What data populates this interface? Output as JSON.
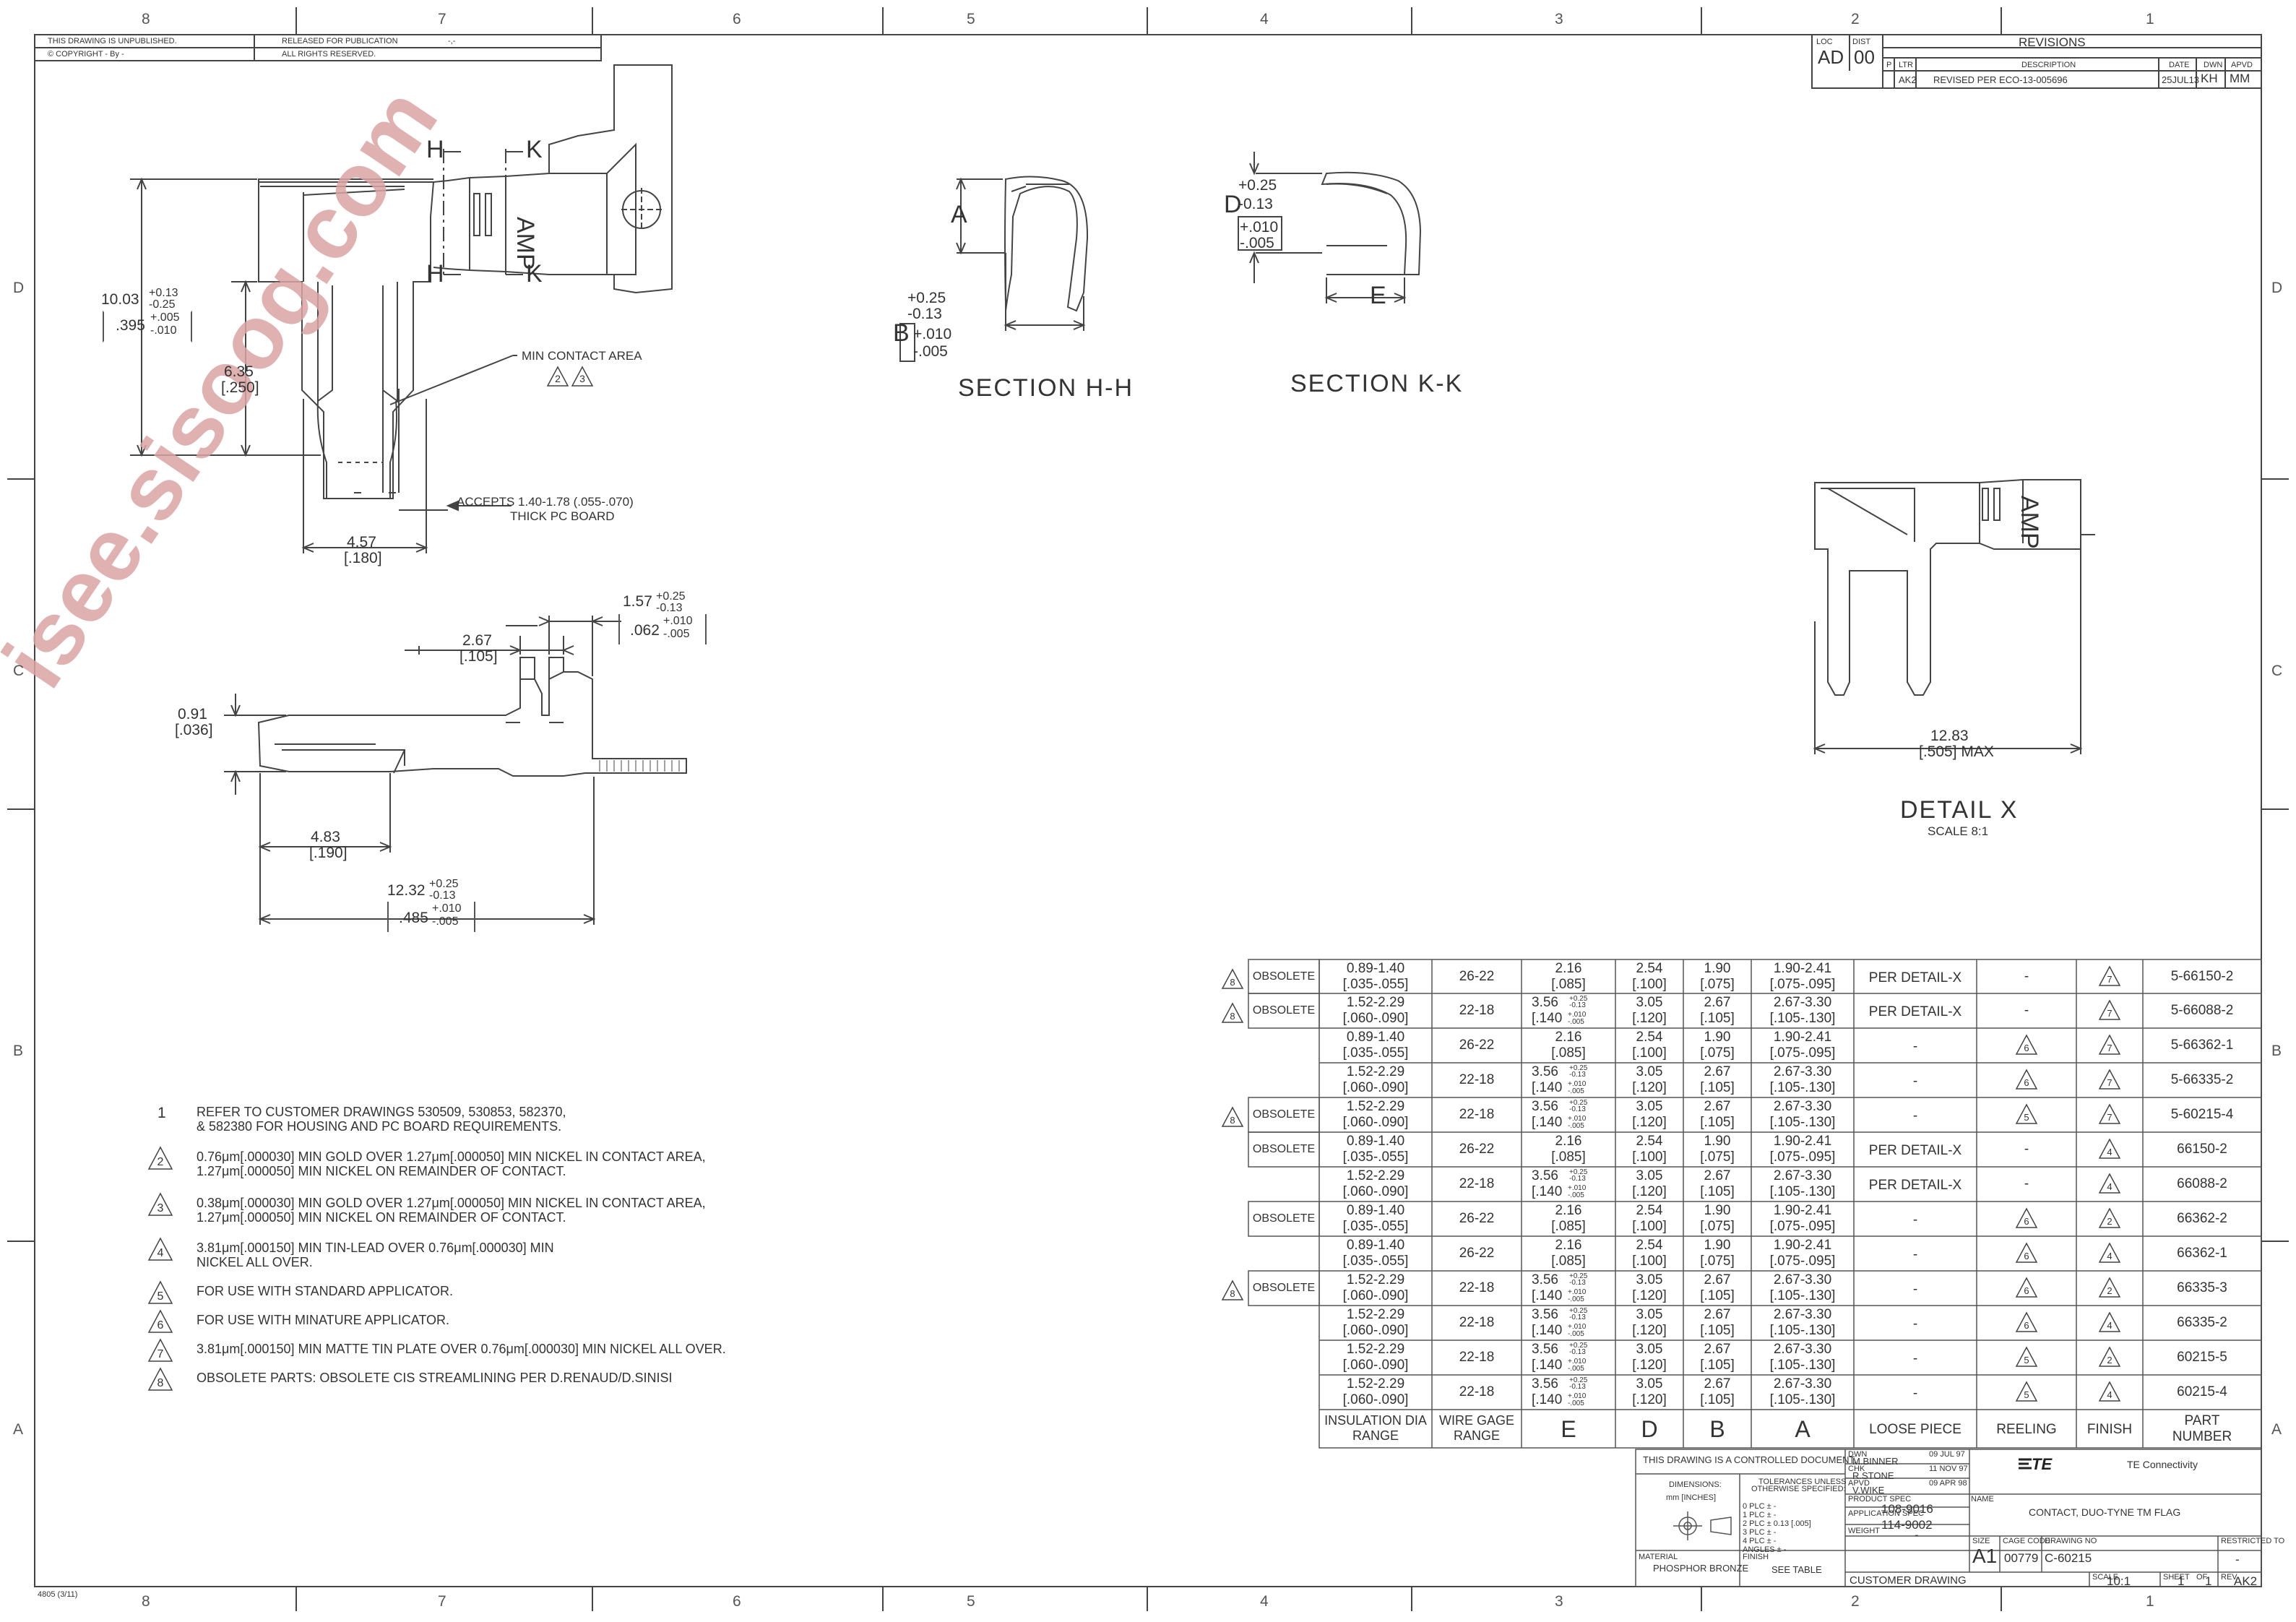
{
  "border": {
    "cols": [
      "8",
      "7",
      "6",
      "5",
      "4",
      "3",
      "2",
      "1"
    ],
    "rows": [
      "D",
      "C",
      "B",
      "A"
    ]
  },
  "topleft": {
    "line1a": "THIS DRAWING IS UNPUBLISHED.",
    "line1b": "RELEASED FOR PUBLICATION",
    "line1c": "-,-",
    "line2a": "COPYRIGHT  -   By -",
    "line2b": "ALL RIGHTS RESERVED."
  },
  "revisions": {
    "loc_label": "LOC",
    "loc": "AD",
    "dist_label": "DIST",
    "dist": "00",
    "title": "REVISIONS",
    "headers": [
      "P",
      "LTR",
      "DESCRIPTION",
      "DATE",
      "DWN",
      "APVD"
    ],
    "row": {
      "ltr": "AK2",
      "desc": "REVISED PER ECO-13-005696",
      "date": "25JUL13",
      "dwn": "KH",
      "apvd": "MM"
    }
  },
  "main_view": {
    "h_top": "H",
    "k_top": "K",
    "h_bot": "H",
    "k_bot": "K",
    "dim_1003": "10.03",
    "dim_1003_tol_p": "+0.13",
    "dim_1003_tol_m": "-0.25",
    "dim_395": ".395",
    "dim_395_tol_p": "+.005",
    "dim_395_tol_m": "-.010",
    "dim_635": "6.35",
    "dim_250": "[.250]",
    "min_contact": "MIN CONTACT AREA",
    "tri_a": "2",
    "tri_b": "3",
    "accepts_1": "ACCEPTS 1.40-1.78 (.055-.070)",
    "accepts_2": "THICK PC BOARD",
    "dim_457": "4.57",
    "dim_180": "[.180]",
    "brand": "AMP"
  },
  "side_view": {
    "dim_091": "0.91",
    "dim_036": "[.036]",
    "dim_267": "2.67",
    "dim_105": "[.105]",
    "dim_157": "1.57",
    "dim_157_p": "+0.25",
    "dim_157_m": "-0.13",
    "dim_062": ".062",
    "dim_062_p": "+.010",
    "dim_062_m": "-.005",
    "dim_483": "4.83",
    "dim_190": "[.190]",
    "dim_1232": "12.32",
    "dim_1232_p": "+0.25",
    "dim_1232_m": "-0.13",
    "dim_485": ".485",
    "dim_485_p": "+.010",
    "dim_485_m": "-.005"
  },
  "section_hh": {
    "label": "SECTION H-H",
    "a": "A",
    "b": "B",
    "b_p": "+0.25",
    "b_m": "-0.13",
    "b_ip": "+.010",
    "b_im": "-.005"
  },
  "section_kk": {
    "label": "SECTION K-K",
    "d": "D",
    "d_p": "+0.25",
    "d_m": "-0.13",
    "d_ip": "+.010",
    "d_im": "-.005",
    "e": "E"
  },
  "detail_x": {
    "label": "DETAIL X",
    "scale": "SCALE 8:1",
    "dim": "12.83",
    "dim_in": "[.505] MAX",
    "brand": "AMP"
  },
  "notes": [
    {
      "num": "1",
      "tri": false,
      "lines": [
        "REFER TO CUSTOMER DRAWINGS 530509, 530853, 582370,",
        "& 582380 FOR HOUSING AND PC BOARD REQUIREMENTS."
      ]
    },
    {
      "num": "2",
      "tri": true,
      "lines": [
        "0.76μm[.000030] MIN GOLD OVER 1.27μm[.000050] MIN NICKEL IN CONTACT AREA,",
        "1.27μm[.000050] MIN NICKEL ON REMAINDER OF CONTACT."
      ]
    },
    {
      "num": "3",
      "tri": true,
      "lines": [
        "0.38μm[.000030] MIN GOLD OVER 1.27μm[.000050] MIN NICKEL IN CONTACT AREA,",
        "1.27μm[.000050] MIN NICKEL ON REMAINDER OF CONTACT."
      ]
    },
    {
      "num": "4",
      "tri": true,
      "lines": [
        "3.81μm[.000150] MIN TIN-LEAD OVER 0.76μm[.000030] MIN",
        "NICKEL ALL OVER."
      ]
    },
    {
      "num": "5",
      "tri": true,
      "lines": [
        "FOR USE WITH STANDARD APPLICATOR."
      ]
    },
    {
      "num": "6",
      "tri": true,
      "lines": [
        "FOR USE WITH MINATURE APPLICATOR."
      ]
    },
    {
      "num": "7",
      "tri": true,
      "lines": [
        "3.81μm[.000150] MIN MATTE TIN PLATE OVER 0.76μm[.000030] MIN NICKEL ALL OVER."
      ]
    },
    {
      "num": "8",
      "tri": true,
      "lines": [
        "OBSOLETE PARTS: OBSOLETE CIS STREAMLINING PER D.RENAUD/D.SINISI"
      ]
    }
  ],
  "table": {
    "headers": {
      "ins": [
        "INSULATION DIA",
        "RANGE"
      ],
      "wire": [
        "WIRE GAGE",
        "RANGE"
      ],
      "e": "E",
      "d": "D",
      "b": "B",
      "a": "A",
      "loose": "LOOSE PIECE",
      "reeling": "REELING",
      "finish": "FINISH",
      "part": [
        "PART",
        "NUMBER"
      ]
    },
    "tol_small": [
      "+0.25",
      "-0.13"
    ],
    "tol_small_in": [
      "+.010",
      "-.005"
    ],
    "rows": [
      {
        "obs": "OBSOLETE",
        "mark": "8",
        "ins": [
          "0.89-1.40",
          "[.035-.055]"
        ],
        "wire": "26-22",
        "e": [
          "2.16",
          "[.085]"
        ],
        "etol": false,
        "d": [
          "2.54",
          "[.100]"
        ],
        "b": [
          "1.90",
          "[.075]"
        ],
        "a": [
          "1.90-2.41",
          "[.075-.095]"
        ],
        "loose": "PER DETAIL-X",
        "reel": "-",
        "reelTri": false,
        "finish": "7",
        "part": "5-66150-2"
      },
      {
        "obs": "OBSOLETE",
        "mark": "8",
        "ins": [
          "1.52-2.29",
          "[.060-.090]"
        ],
        "wire": "22-18",
        "e": [
          "3.56",
          "[.140"
        ],
        "etol": true,
        "d": [
          "3.05",
          "[.120]"
        ],
        "b": [
          "2.67",
          "[.105]"
        ],
        "a": [
          "2.67-3.30",
          "[.105-.130]"
        ],
        "loose": "PER DETAIL-X",
        "reel": "-",
        "reelTri": false,
        "finish": "7",
        "part": "5-66088-2"
      },
      {
        "obs": "",
        "mark": "",
        "ins": [
          "0.89-1.40",
          "[.035-.055]"
        ],
        "wire": "26-22",
        "e": [
          "2.16",
          "[.085]"
        ],
        "etol": false,
        "d": [
          "2.54",
          "[.100]"
        ],
        "b": [
          "1.90",
          "[.075]"
        ],
        "a": [
          "1.90-2.41",
          "[.075-.095]"
        ],
        "loose": "-",
        "reel": "6",
        "reelTri": true,
        "finish": "7",
        "part": "5-66362-1"
      },
      {
        "obs": "",
        "mark": "",
        "ins": [
          "1.52-2.29",
          "[.060-.090]"
        ],
        "wire": "22-18",
        "e": [
          "3.56",
          "[.140"
        ],
        "etol": true,
        "d": [
          "3.05",
          "[.120]"
        ],
        "b": [
          "2.67",
          "[.105]"
        ],
        "a": [
          "2.67-3.30",
          "[.105-.130]"
        ],
        "loose": "-",
        "reel": "6",
        "reelTri": true,
        "finish": "7",
        "part": "5-66335-2"
      },
      {
        "obs": "OBSOLETE",
        "mark": "8",
        "ins": [
          "1.52-2.29",
          "[.060-.090]"
        ],
        "wire": "22-18",
        "e": [
          "3.56",
          "[.140"
        ],
        "etol": true,
        "d": [
          "3.05",
          "[.120]"
        ],
        "b": [
          "2.67",
          "[.105]"
        ],
        "a": [
          "2.67-3.30",
          "[.105-.130]"
        ],
        "loose": "-",
        "reel": "5",
        "reelTri": true,
        "finish": "7",
        "part": "5-60215-4"
      },
      {
        "obs": "OBSOLETE",
        "mark": "",
        "ins": [
          "0.89-1.40",
          "[.035-.055]"
        ],
        "wire": "26-22",
        "e": [
          "2.16",
          "[.085]"
        ],
        "etol": false,
        "d": [
          "2.54",
          "[.100]"
        ],
        "b": [
          "1.90",
          "[.075]"
        ],
        "a": [
          "1.90-2.41",
          "[.075-.095]"
        ],
        "loose": "PER DETAIL-X",
        "reel": "-",
        "reelTri": false,
        "finish": "4",
        "part": "66150-2"
      },
      {
        "obs": "",
        "mark": "",
        "ins": [
          "1.52-2.29",
          "[.060-.090]"
        ],
        "wire": "22-18",
        "e": [
          "3.56",
          "[.140"
        ],
        "etol": true,
        "d": [
          "3.05",
          "[.120]"
        ],
        "b": [
          "2.67",
          "[.105]"
        ],
        "a": [
          "2.67-3.30",
          "[.105-.130]"
        ],
        "loose": "PER DETAIL-X",
        "reel": "-",
        "reelTri": false,
        "finish": "4",
        "part": "66088-2"
      },
      {
        "obs": "OBSOLETE",
        "mark": "",
        "ins": [
          "0.89-1.40",
          "[.035-.055]"
        ],
        "wire": "26-22",
        "e": [
          "2.16",
          "[.085]"
        ],
        "etol": false,
        "d": [
          "2.54",
          "[.100]"
        ],
        "b": [
          "1.90",
          "[.075]"
        ],
        "a": [
          "1.90-2.41",
          "[.075-.095]"
        ],
        "loose": "-",
        "reel": "6",
        "reelTri": true,
        "finish": "2",
        "part": "66362-2"
      },
      {
        "obs": "",
        "mark": "",
        "ins": [
          "0.89-1.40",
          "[.035-.055]"
        ],
        "wire": "26-22",
        "e": [
          "2.16",
          "[.085]"
        ],
        "etol": false,
        "d": [
          "2.54",
          "[.100]"
        ],
        "b": [
          "1.90",
          "[.075]"
        ],
        "a": [
          "1.90-2.41",
          "[.075-.095]"
        ],
        "loose": "-",
        "reel": "6",
        "reelTri": true,
        "finish": "4",
        "part": "66362-1"
      },
      {
        "obs": "OBSOLETE",
        "mark": "8",
        "ins": [
          "1.52-2.29",
          "[.060-.090]"
        ],
        "wire": "22-18",
        "e": [
          "3.56",
          "[.140"
        ],
        "etol": true,
        "d": [
          "3.05",
          "[.120]"
        ],
        "b": [
          "2.67",
          "[.105]"
        ],
        "a": [
          "2.67-3.30",
          "[.105-.130]"
        ],
        "loose": "-",
        "reel": "6",
        "reelTri": true,
        "finish": "2",
        "part": "66335-3"
      },
      {
        "obs": "",
        "mark": "",
        "ins": [
          "1.52-2.29",
          "[.060-.090]"
        ],
        "wire": "22-18",
        "e": [
          "3.56",
          "[.140"
        ],
        "etol": true,
        "d": [
          "3.05",
          "[.120]"
        ],
        "b": [
          "2.67",
          "[.105]"
        ],
        "a": [
          "2.67-3.30",
          "[.105-.130]"
        ],
        "loose": "-",
        "reel": "6",
        "reelTri": true,
        "finish": "4",
        "part": "66335-2"
      },
      {
        "obs": "",
        "mark": "",
        "ins": [
          "1.52-2.29",
          "[.060-.090]"
        ],
        "wire": "22-18",
        "e": [
          "3.56",
          "[.140"
        ],
        "etol": true,
        "d": [
          "3.05",
          "[.120]"
        ],
        "b": [
          "2.67",
          "[.105]"
        ],
        "a": [
          "2.67-3.30",
          "[.105-.130]"
        ],
        "loose": "-",
        "reel": "5",
        "reelTri": true,
        "finish": "2",
        "part": "60215-5"
      },
      {
        "obs": "",
        "mark": "",
        "ins": [
          "1.52-2.29",
          "[.060-.090]"
        ],
        "wire": "22-18",
        "e": [
          "3.56",
          "[.140"
        ],
        "etol": true,
        "d": [
          "3.05",
          "[.120]"
        ],
        "b": [
          "2.67",
          "[.105]"
        ],
        "a": [
          "2.67-3.30",
          "[.105-.130]"
        ],
        "loose": "-",
        "reel": "5",
        "reelTri": true,
        "finish": "4",
        "part": "60215-4"
      }
    ]
  },
  "titleblock": {
    "controlled": "THIS DRAWING IS A CONTROLLED DOCUMENT.",
    "dimensions": "DIMENSIONS:",
    "units": "mm [INCHES]",
    "tol_title1": "TOLERANCES UNLESS",
    "tol_title2": "OTHERWISE SPECIFIED:",
    "tol_lines": [
      "0 PLC    ±  -",
      "1 PLC    ±  -",
      "2 PLC    ±  0.13 [.005]",
      "3 PLC    ±  -",
      "4 PLC    ±  -",
      "ANGLES    ±  -"
    ],
    "dwn_label": "DWN",
    "dwn_name": "M.BINNER",
    "dwn_date": "09 JUL 97",
    "chk_label": "CHK",
    "chk_name": "R.STONE",
    "chk_date": "11 NOV 97",
    "apvd_label": "APVD",
    "apvd_name": "V.WIKE",
    "apvd_date": "09 APR 98",
    "prod_spec_label": "PRODUCT SPEC",
    "prod_spec": "108-9016",
    "app_spec_label": "APPLICATION SPEC",
    "app_spec": "114-9002",
    "weight_label": "WEIGHT",
    "weight": "-",
    "material_label": "MATERIAL",
    "material": "PHOSPHOR BRONZE",
    "finish_label": "FINISH",
    "finish": "SEE TABLE",
    "company_logo": "TE",
    "company": "TE Connectivity",
    "name_label": "NAME",
    "name": "CONTACT, DUO-TYNE TM  FLAG",
    "size_label": "SIZE",
    "size": "A1",
    "cage_label": "CAGE CODE",
    "cage": "00779",
    "dwgno_label": "DRAWING NO",
    "dwgno": "C-60215",
    "restricted_label": "RESTRICTED TO",
    "restricted": "-",
    "customer": "CUSTOMER DRAWING",
    "scale_label": "SCALE",
    "scale": "10:1",
    "sheet_label": "SHEET",
    "sheet": "1",
    "of_label": "OF",
    "of": "1",
    "rev_label": "REV",
    "rev": "AK2"
  },
  "form_code": "4805 (3/11)",
  "watermark": "isee.sisoog.com",
  "colors": {
    "line": "#444444",
    "watermark": "#d9a3a3"
  }
}
